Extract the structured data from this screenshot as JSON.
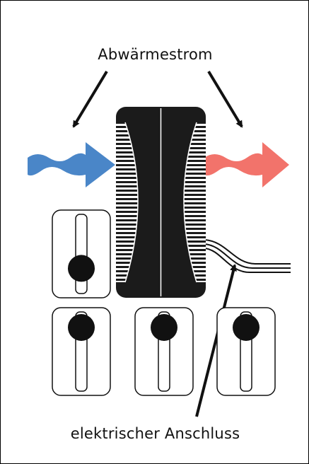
{
  "labels": {
    "waste_heat": "Abwärmestrom",
    "electrical_connection": "elektrischer Anschluss"
  },
  "colors": {
    "heat_in_arrow": "#4a86c8",
    "heat_out_arrow": "#f2736b",
    "device_body": "#1b1b1b",
    "outline": "#000000"
  },
  "icons": {
    "heat_in": "wavy-arrow-right",
    "heat_out": "wavy-arrow-right",
    "device": "thermoelectric-generator",
    "slider": "slider-switch"
  },
  "sliders": [
    {
      "name": "slider-top-left",
      "level": 0.2
    },
    {
      "name": "slider-bottom-left",
      "level": 1.0
    },
    {
      "name": "slider-bottom-middle",
      "level": 1.0
    },
    {
      "name": "slider-bottom-right",
      "level": 1.0
    }
  ]
}
